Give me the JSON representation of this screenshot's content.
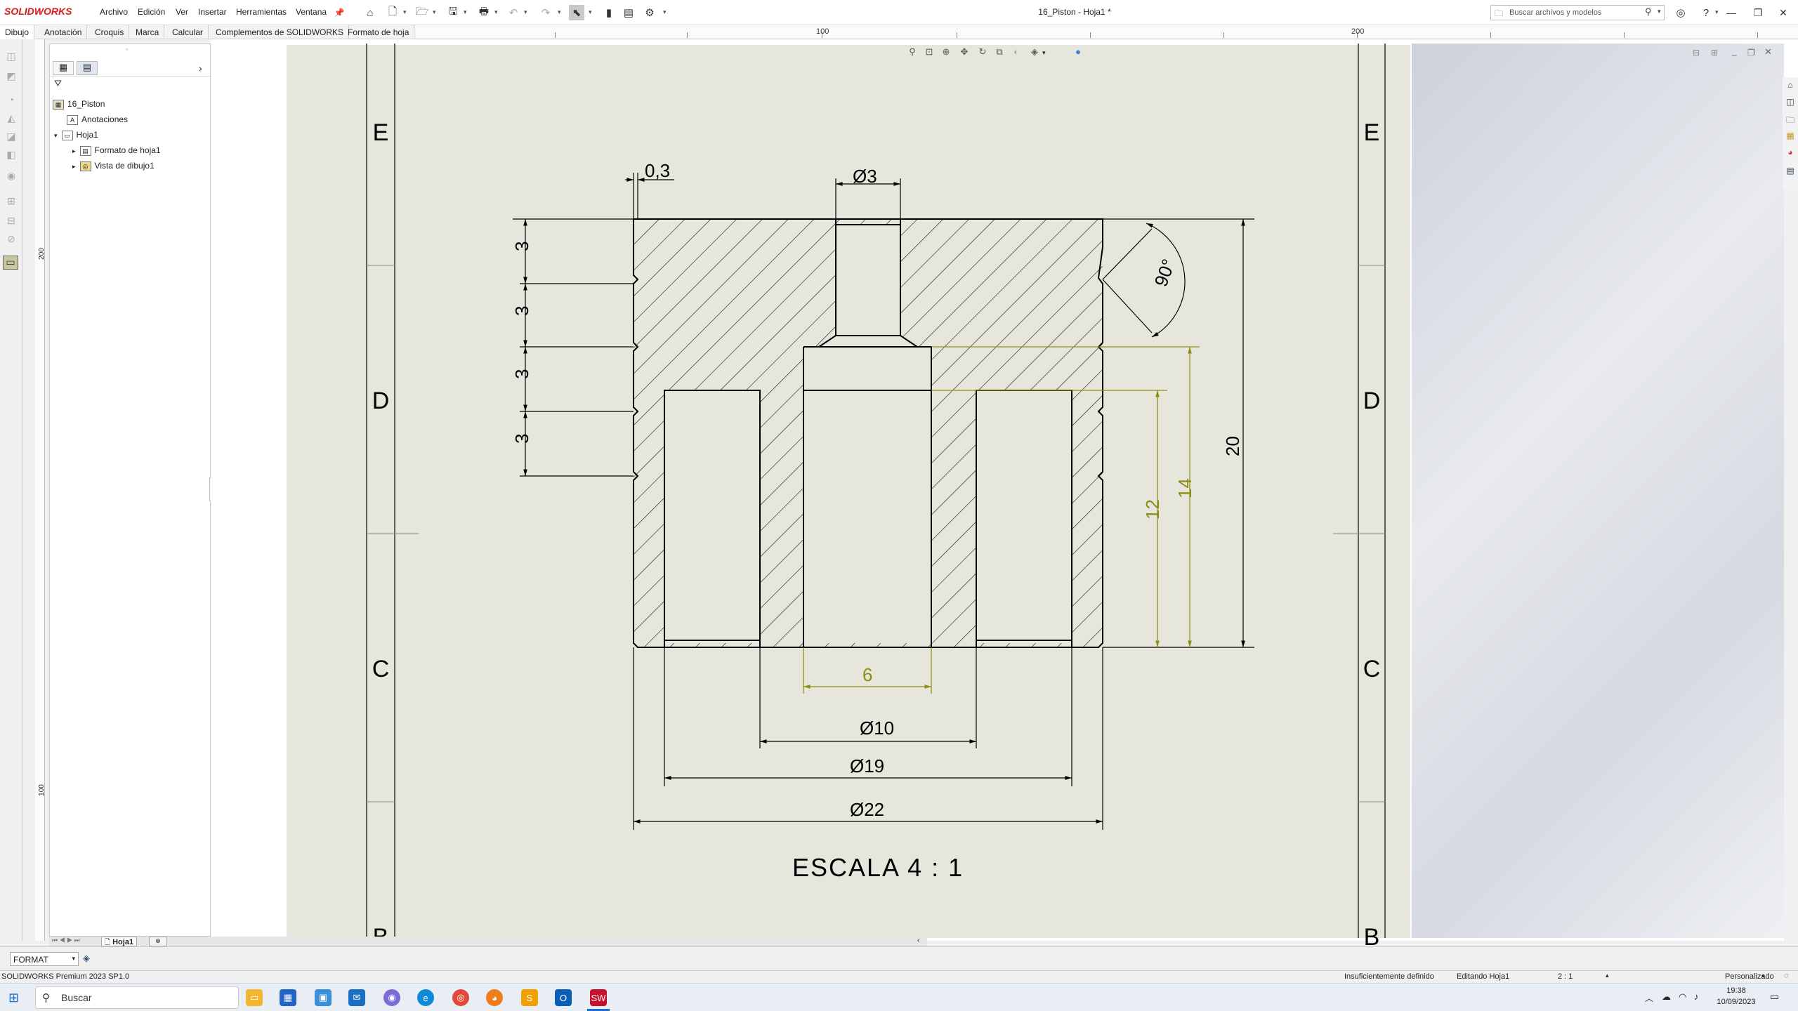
{
  "app": {
    "logo": "SOLIDWORKS",
    "document_title": "16_Piston - Hoja1 *"
  },
  "menu": [
    "Archivo",
    "Edición",
    "Ver",
    "Insertar",
    "Herramientas",
    "Ventana"
  ],
  "search": {
    "placeholder": "Buscar archivos y modelos"
  },
  "command_tabs": [
    "Dibujo",
    "Anotación",
    "Croquis",
    "Marca",
    "Calcular",
    "Complementos de SOLIDWORKS",
    "Formato de hoja"
  ],
  "ruler": {
    "top_labels": [
      "100",
      "200"
    ],
    "left_labels": [
      "200",
      "100"
    ]
  },
  "feature_tree": {
    "root": "16_Piston",
    "items": [
      {
        "label": "Anotaciones",
        "icon": "annotations-icon"
      },
      {
        "label": "Hoja1",
        "icon": "sheet-icon"
      },
      {
        "label": "Formato de hoja1",
        "icon": "sheet-format-icon"
      },
      {
        "label": "Vista de dibujo1",
        "icon": "drawing-view-icon"
      }
    ]
  },
  "sheet": {
    "zone_letters": [
      "E",
      "D",
      "C",
      "B"
    ],
    "scale_label": "ESCALA 4 : 1",
    "dimensions": {
      "thickness": "0,3",
      "small_hole": "Ø3",
      "groove_pitch": [
        "3",
        "3",
        "3",
        "3"
      ],
      "angle": "90°",
      "total_height": "20",
      "depth_12": "12",
      "depth_14": "14",
      "bore_width": "6",
      "dia_10": "Ø10",
      "dia_19": "Ø19",
      "dia_22": "Ø22"
    }
  },
  "sheet_tabs": {
    "active": "Hoja1"
  },
  "format_select": {
    "value": "FORMAT"
  },
  "status": {
    "product": "SOLIDWORKS Premium 2023 SP1.0",
    "definition": "Insuficientemente definido",
    "mode": "Editando Hoja1",
    "scale": "2 : 1",
    "units": "Personalizado"
  },
  "taskbar": {
    "search_placeholder": "Buscar",
    "time": "19:38",
    "date": "10/09/2023"
  },
  "colors": {
    "accent": "#d71920",
    "sheet_bg": "#e7e6dc",
    "driven_dim": "#8d8d12",
    "line": "#000000"
  }
}
